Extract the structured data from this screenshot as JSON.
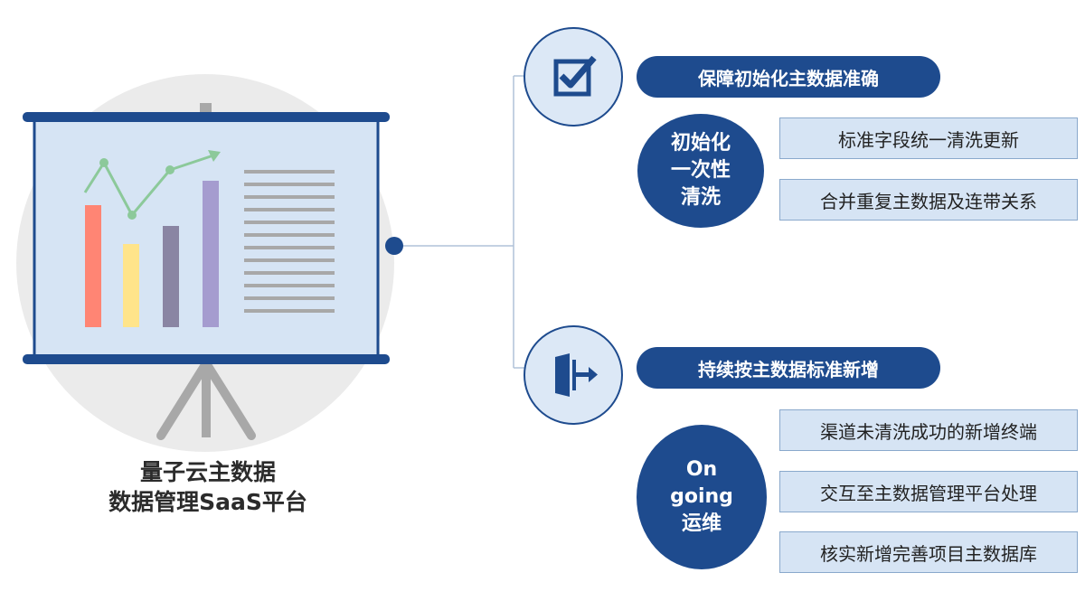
{
  "caption": {
    "line1": "量子云主数据",
    "line2": "数据管理SaaS平台"
  },
  "sections": [
    {
      "icon": "checkbox-icon",
      "title": "保障初始化主数据准确",
      "sub_lines": [
        "初始化",
        "一次性",
        "清洗"
      ],
      "items": [
        "标准字段统一清洗更新",
        "合并重复主数据及连带关系"
      ]
    },
    {
      "icon": "exit-door-icon",
      "title": "持续按主数据标准新增",
      "sub_lines": [
        "On",
        "going",
        "运维"
      ],
      "items": [
        "渠道未清洗成功的新增终端",
        "交互至主数据管理平台处理",
        "核实新增完善项目主数据库"
      ]
    }
  ],
  "colors": {
    "primary": "#1e4b8e",
    "light": "#dce8f6",
    "box_fill": "#d6e4f4",
    "bar_colors": [
      "#ff8574",
      "#ffe48a",
      "#8a85a3",
      "#a59ccf"
    ],
    "trend_line": "#8cc99a"
  }
}
